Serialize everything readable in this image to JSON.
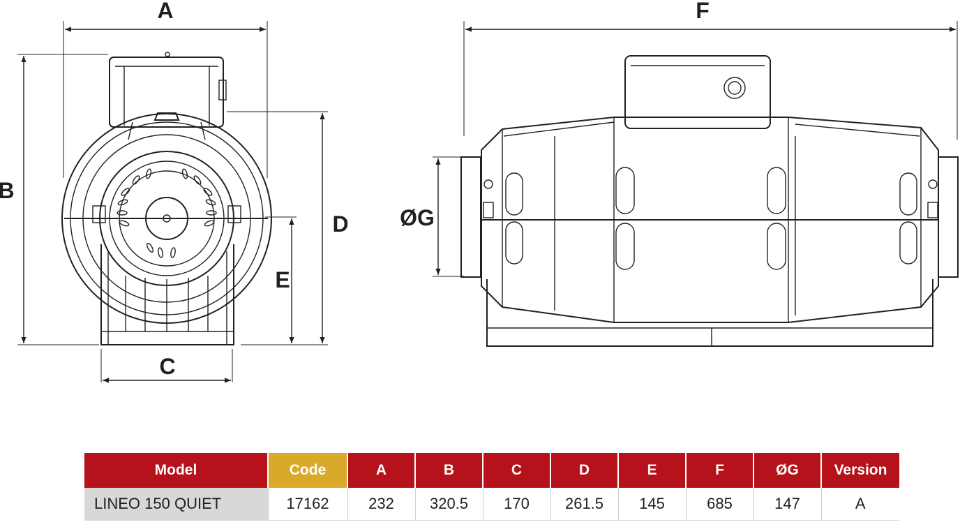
{
  "dimension_labels": {
    "A": "A",
    "B": "B",
    "C": "C",
    "D": "D",
    "E": "E",
    "F": "F",
    "G": "ØG"
  },
  "table": {
    "headers": {
      "model": "Model",
      "code": "Code",
      "a": "A",
      "b": "B",
      "c": "C",
      "d": "D",
      "e": "E",
      "f": "F",
      "g": "ØG",
      "version": "Version"
    },
    "row": {
      "model": "LINEO 150 QUIET",
      "code": "17162",
      "a": "232",
      "b": "320.5",
      "c": "170",
      "d": "261.5",
      "e": "145",
      "f": "685",
      "g": "147",
      "version": "A"
    }
  },
  "colors": {
    "header_red": "#b5121b",
    "code_gold": "#d9a92b",
    "model_cell_grey": "#d8d8d8",
    "line": "#231f20"
  }
}
